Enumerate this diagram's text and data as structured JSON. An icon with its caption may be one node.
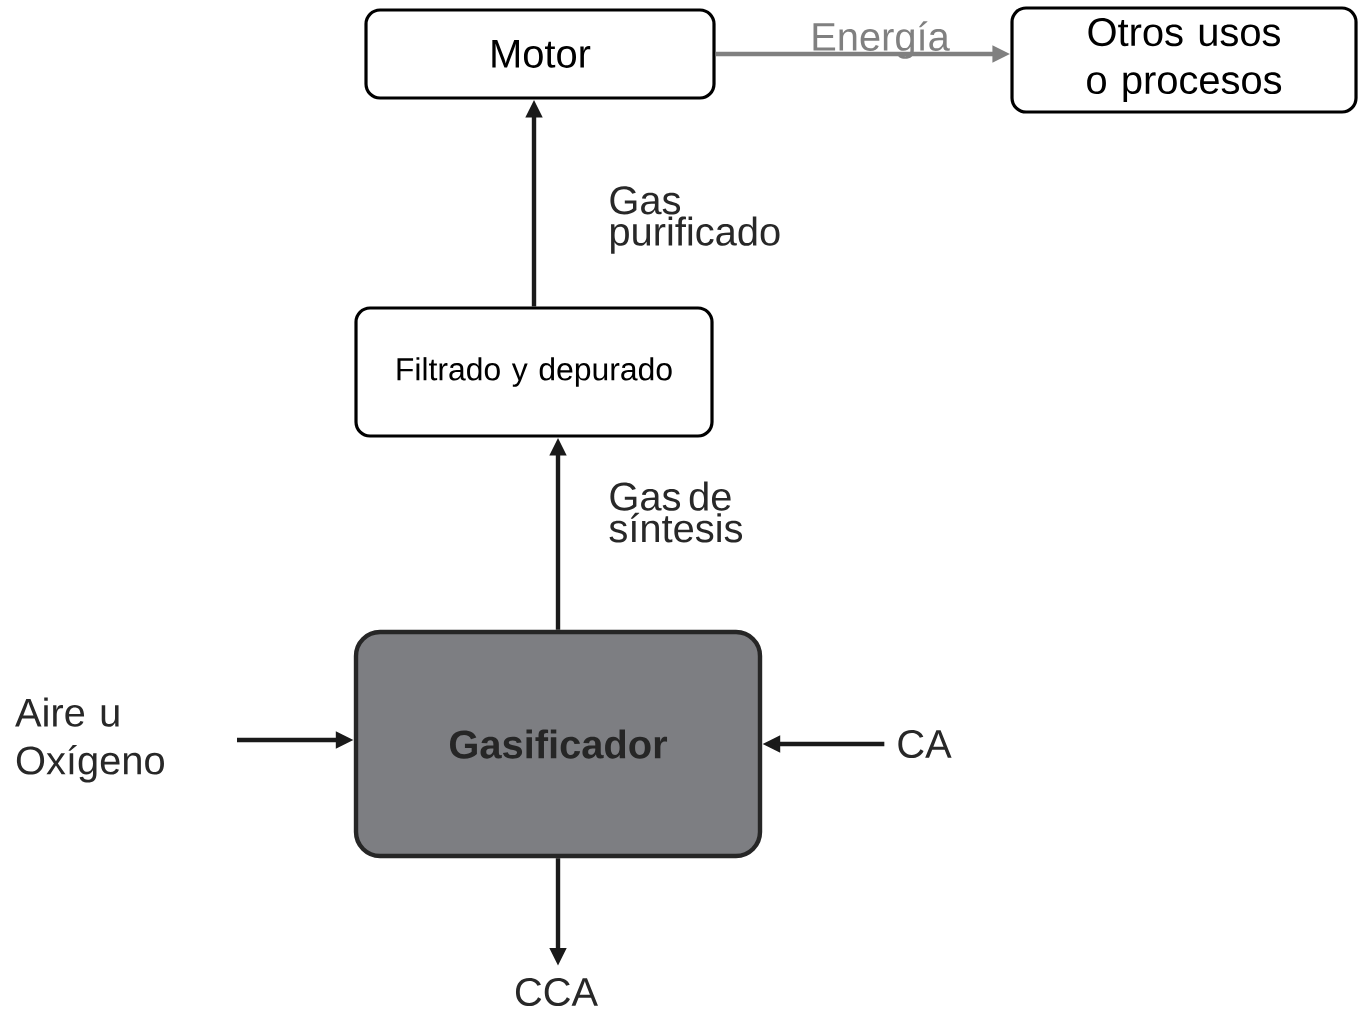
{
  "diagram": {
    "nodes": [
      {
        "text": [
          "Motor"
        ]
      },
      {
        "text": [
          "Otros usos o procesos"
        ]
      },
      {
        "text": [
          "Filtrado y depurado"
        ]
      },
      {
        "text": [
          "Gasificador"
        ]
      },
      {
        "text": [
          "Aire u Oxígeno"
        ]
      },
      {
        "text": [
          "CA"
        ]
      },
      {
        "text": [
          "CCA"
        ]
      }
    ],
    "edges": [
      {
        "from": 0,
        "to": 1,
        "arrow": "to",
        "label": "Energía",
        "color": "#808080"
      },
      {
        "from": 2,
        "to": 0,
        "arrow": "to",
        "label": "Gas purificado"
      },
      {
        "from": 3,
        "to": 2,
        "arrow": "to",
        "label": "Gas de síntesis"
      },
      {
        "from": 4,
        "to": 3,
        "arrow": "to"
      },
      {
        "from": 5,
        "to": 3,
        "arrow": "to"
      },
      {
        "from": 3,
        "to": 6,
        "arrow": "to"
      }
    ]
  }
}
